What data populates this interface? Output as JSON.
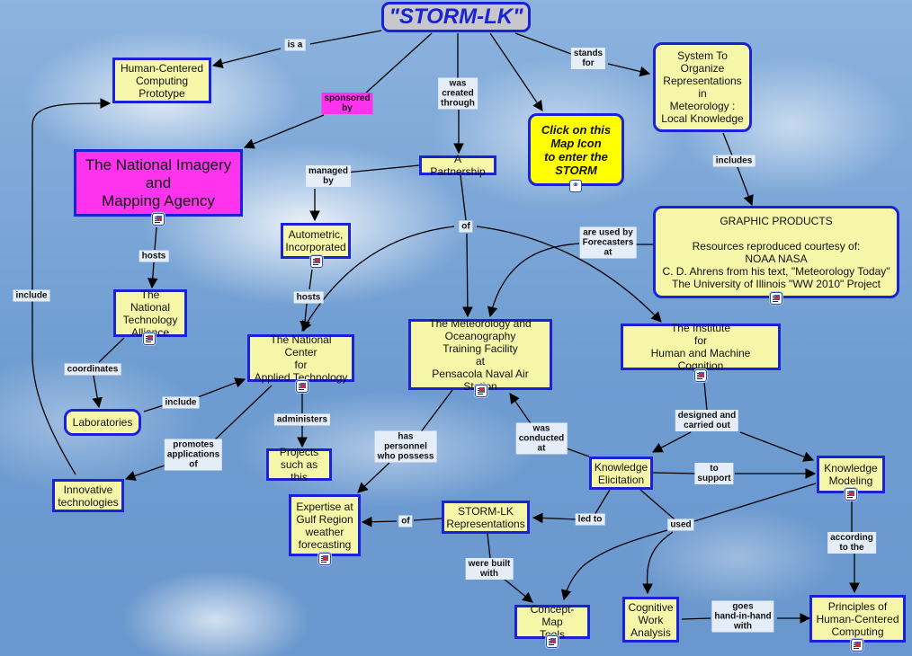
{
  "title": "\"STORM-LK\"",
  "nodes": {
    "hcc_prototype": "Human-Centered\nComputing\nPrototype",
    "nima": "The National Imagery\nand\nMapping Agency",
    "click_map": "Click on this\nMap Icon\nto enter the\nSTORM",
    "storm_acronym": "System To\nOrganize\nRepresentations\nin\nMeteorology :\nLocal Knowledge",
    "partnership": "A Partnership",
    "autometric": "Autometric,\nIncorporated",
    "nta": "The National\nTechnology\nAlliance",
    "graphic_products": "GRAPHIC PRODUCTS\n\nResources reproduced courtesy of:\nNOAA                         NASA\nC. D. Ahrens from his text, \"Meteorology Today\"\nThe University of Illinois \"WW 2010\" Project",
    "ncat": "The National Center\nfor\nApplied Technology",
    "motf": "The Meteorology and\nOceanography\nTraining Facility\nat\nPensacola Naval Air Station",
    "ihmc": "The Institute\nfor\nHuman and Machine Cognition",
    "laboratories": "Laboratories",
    "projects": "Projects\nsuch as this",
    "innovative": "Innovative\ntechnologies",
    "knowledge_elicitation": "Knowledge\nElicitation",
    "knowledge_modeling": "Knowledge\nModeling",
    "expertise": "Expertise at\nGulf Region\nweather\nforecasting",
    "representations": "STORM-LK\nRepresentations",
    "concept_map_tools": "Concept-Map\nTools",
    "cwa": "Cognitive\nWork\nAnalysis",
    "principles_hcc": "Principles of\nHuman-Centered\nComputing"
  },
  "links": {
    "is_a": "is a",
    "sponsored_by": "sponsored\nby",
    "was_created_through": "was\ncreated\nthrough",
    "stands_for": "stands\nfor",
    "managed_by": "managed\nby",
    "includes": "includes",
    "of_partnership": "of",
    "hosts_nima": "hosts",
    "hosts_autometric": "hosts",
    "are_used_by": "are used by\nForecasters\nat",
    "include_left": "include",
    "coordinates": "coordinates",
    "include_labs": "include",
    "administers": "administers",
    "promotes": "promotes\napplications\nof",
    "has_personnel": "has\npersonnel\nwho possess",
    "was_conducted_at": "was\nconducted\nat",
    "designed": "designed and\ncarried out",
    "to_support": "to\nsupport",
    "of_expertise": "of",
    "led_to": "led to",
    "used": "used",
    "according_to": "according\nto the",
    "were_built_with": "were built\nwith",
    "goes_hand_in_hand": "goes\nhand-in-hand\nwith"
  },
  "colors": {
    "node_fill": "#f6f6a8",
    "node_border": "#1a22d8",
    "highlight_magenta": "#ff33ee",
    "highlight_yellow": "#ffff00",
    "title_fill": "#c8c8cc",
    "title_text": "#1a22d8"
  }
}
